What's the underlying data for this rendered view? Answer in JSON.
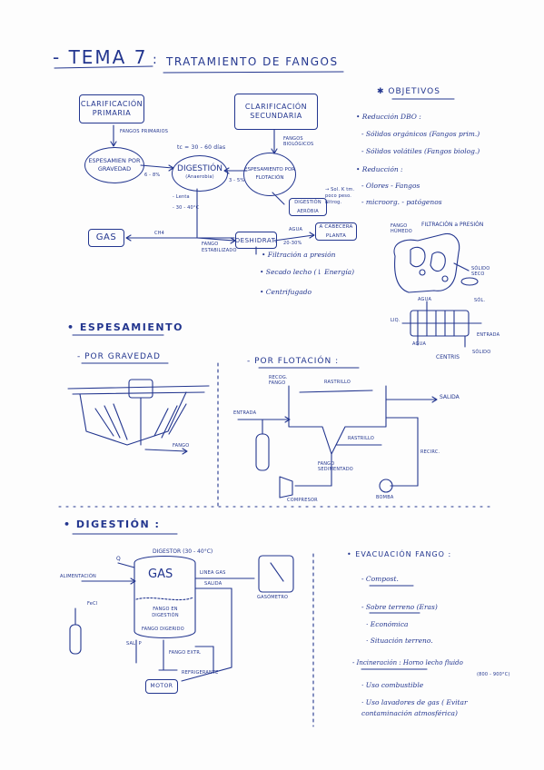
{
  "title": {
    "prefix": "- TEMA 7",
    "colon": ":",
    "main": "TRATAMIENTO DE FANGOS"
  },
  "flow": {
    "clar_primaria": "CLARIFICACIÓN PRIMARIA",
    "clar_secundaria": "CLARIFICACIÓN SECUNDARIA",
    "fangos_primarios": "FANGOS PRIMARIOS",
    "fangos_biologicos": "FANGOS BIOLÓGICOS",
    "espesam_gravedad": "ESPESAMIEN POR GRAVEDAD",
    "espesam_flotacion": "ESPESAMIENTO POR FLOTACIÓN",
    "digestion": "DIGESTIÓN",
    "anaerobia": "(Anaerobia)",
    "digestion_aerobia": "DIGESTIÓN AERÓBIA",
    "temp_time": "tc = 30 - 60 días",
    "pct1": "6 - 8%",
    "pct2": "3 - 5%",
    "lenta": "- Lenta",
    "temp": "- 30 - 40°C",
    "sol_note": "→ Sol. K tm. poco peso. Nitrog.",
    "gas": "GAS",
    "ch4": "CH4",
    "fango_estab": "FANGO ESTABILIZADO",
    "deshidrat": "DESHIDRAT.",
    "agua": "AGUA",
    "pct3": "20-30%",
    "cabecera": "A CABECERA PLANTA",
    "m1": "• Filtración a presión",
    "m2": "• Secado lecho (↓ Energía)",
    "m3": "• Centrifugado"
  },
  "objetivos": {
    "title": "✱ OBJETIVOS",
    "items": [
      "• Reducción DBO :",
      "- Sólidos orgánicos (Fangos prim.)",
      "- Sólidos volátiles (Fangos biolog.)",
      "• Reducción :",
      "- Olores   - Fangos",
      "- microorg. - patógenos"
    ]
  },
  "filtracion": {
    "title": "FILTRACIÓN a PRESIÓN",
    "fango_humedo": "FANGO HÚMEDO",
    "solido_seco": "SÓLIDO SECO",
    "agua": "AGUA",
    "solido": "SÓLIDO",
    "centris": "CENTRIS",
    "liq": "LIQ.",
    "entrada": "ENTRADA",
    "sol": "SÓL."
  },
  "espesamiento": {
    "title": "• ESPESAMIENTO",
    "gravedad": "- POR GRAVEDAD",
    "flotacion": "- POR FLOTACIÓN :",
    "fango": "FANGO",
    "recog_fango": "RECOG. FANGO",
    "rastrillo": "RASTRILLO",
    "salida": "SALIDA",
    "entrada": "ENTRADA",
    "fango_sedimentado": "FANGO SEDIMENTADO",
    "recirc": "RECIRC.",
    "compresor": "COMPRESOR",
    "bomba": "BOMBA"
  },
  "digestion": {
    "title": "• DIGESTIÓN :",
    "digestor": "DIGESTOR (30 - 40°C)",
    "q": "Q",
    "alimentacion": "ALIMENTACIÓN",
    "gas": "GAS",
    "linea_gas": "LINEA GAS",
    "salida": "SALIDA",
    "gasometro": "GASÓMETRO",
    "fecl": "FeCl",
    "fango_digestion": "FANGO EN DIGESTIÓN",
    "fango_digerido": "FANGO DIGERIDO",
    "s_p": "SAL. P",
    "fango_extr": "FANGO EXTR.",
    "refrigerante": "REFRIGERANTE",
    "motor": "MOTOR"
  },
  "evacuacion": {
    "title": "• EVACUACIÓN FANGO :",
    "items": [
      "- Compost.",
      "- Sobre terreno (Eras)",
      "· Económica",
      "· Situación terreno.",
      "- Incineración : Horno lecho fluido",
      "· Uso combustible",
      "· Uso lavadores de gas ( Evitar contaminación atmosférica)"
    ],
    "temp": "(800 - 900°C)"
  }
}
